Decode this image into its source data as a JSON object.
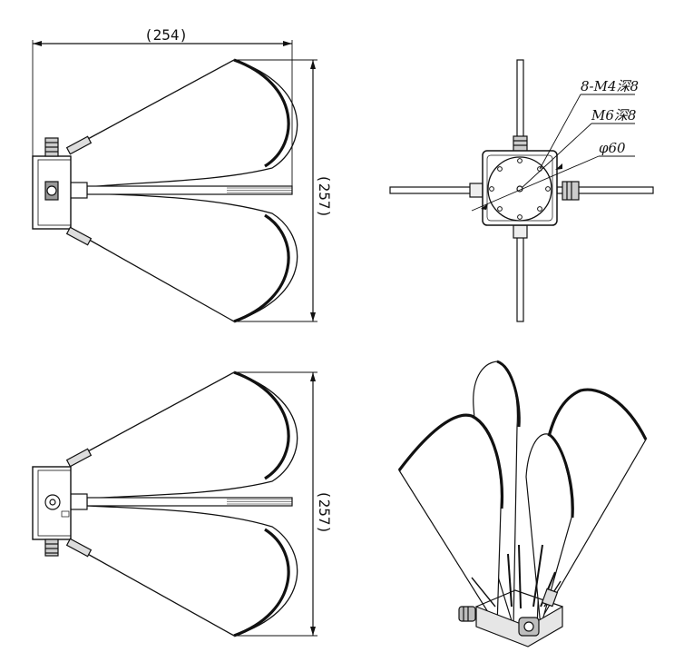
{
  "drawing": {
    "background": "#ffffff",
    "line_color": "#111111",
    "fill_light": "#e6e6e6",
    "fill_mid": "#bdbdbd"
  },
  "side_view_top": {
    "width_dim": "(254)",
    "height_dim": "(257)"
  },
  "front_view": {
    "callouts": [
      "8-M4深8",
      "M6深8",
      "φ60"
    ]
  },
  "side_view_bottom": {
    "height_dim": "(257)"
  }
}
